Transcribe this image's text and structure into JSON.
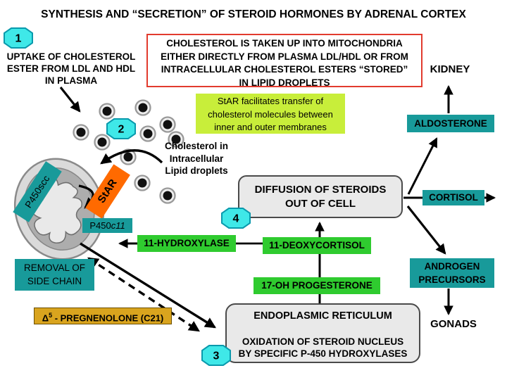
{
  "title": "SYNTHESIS AND “SECRETION” OF STEROID HORMONES BY ADRENAL CORTEX",
  "step_badges": {
    "step1": "1",
    "step2": "2",
    "step3": "3",
    "step4": "4"
  },
  "notes": {
    "uptake": "UPTAKE OF CHOLESTEROL\nESTER FROM LDL AND HDL\nIN PLASMA",
    "cholesterol_uptake": "CHOLESTEROL IS TAKEN UP INTO MITOCHONDRIA\nEITHER DIRECTLY FROM PLASMA LDL/HDL OR FROM\nINTRACELLULAR CHOLESTEROL ESTERS “STORED”\nIN LIPID DROPLETS",
    "star_transfer": "StAR facilitates transfer of\ncholesterol molecules between\ninner and outer membranes",
    "lipid_droplets": "Cholesterol in\nIntracellular\nLipid droplets"
  },
  "organelles": {
    "mitochondrion": {
      "p450scc": "P450scc",
      "star": "StAR",
      "p450c11_prefix": "P450",
      "p450c11_italic": "c11",
      "removal": "REMOVAL OF\nSIDE CHAIN"
    },
    "er": {
      "title": "ENDOPLASMIC RETICULUM",
      "body": "OXIDATION OF STEROID NUCLEUS\nBY SPECIFIC P-450 HYDROXYLASES"
    }
  },
  "pathway": {
    "diffusion": "DIFFUSION OF STEROIDS\nOUT OF CELL",
    "hydroxylase": "11-HYDROXYLASE",
    "deoxycortisol": "11-DEOXYCORTISOL",
    "progesterone": "17-OH PROGESTERONE",
    "pregnenolone": {
      "delta": "Δ",
      "sup": "5",
      "rest": " - PREGNENOLONE (C21)"
    }
  },
  "hormones": {
    "aldosterone": "ALDOSTERONE",
    "cortisol": "CORTISOL",
    "androgen": "ANDROGEN\nPRECURSORS"
  },
  "targets": {
    "kidney": "KIDNEY",
    "gonads": "GONADS"
  },
  "colors": {
    "teal": "#189A9A",
    "green": "#2FCB2F",
    "lime": "#C8EE3A",
    "orange": "#FF6A00",
    "cyan_badge": "#3FE8E8",
    "gold": "#D9A41E",
    "red_border": "#E23B2E",
    "gray_box": "#E9E9E9"
  }
}
